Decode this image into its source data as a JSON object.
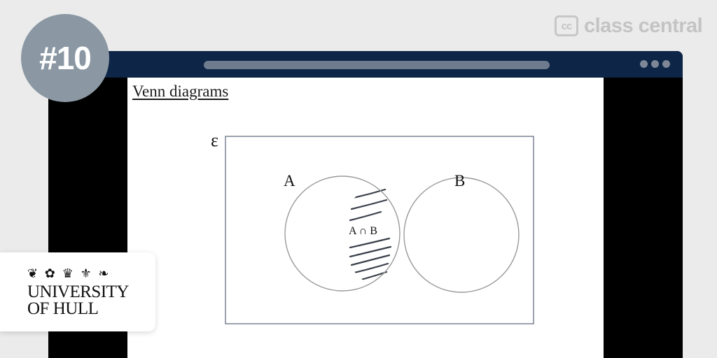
{
  "brand": {
    "logo_text": "cc",
    "name": "class central"
  },
  "badge": {
    "label": "#10"
  },
  "window": {
    "buttons": [
      "more-dot",
      "more-dot",
      "more-dot"
    ]
  },
  "slide": {
    "title": "Venn diagrams",
    "universal_symbol": "ε",
    "set_a_label": "A",
    "set_b_label": "B",
    "intersection_label": "A ∩ B"
  },
  "university": {
    "crest": "❦ ✿ ♛ ⚜ ❧",
    "line1": "UNIVERSITY",
    "line2": "OF HULL"
  },
  "colors": {
    "background": "#ebebeb",
    "titlebar": "#0d2547",
    "badge": "#8b98a4",
    "brand": "#c4c4c4"
  }
}
